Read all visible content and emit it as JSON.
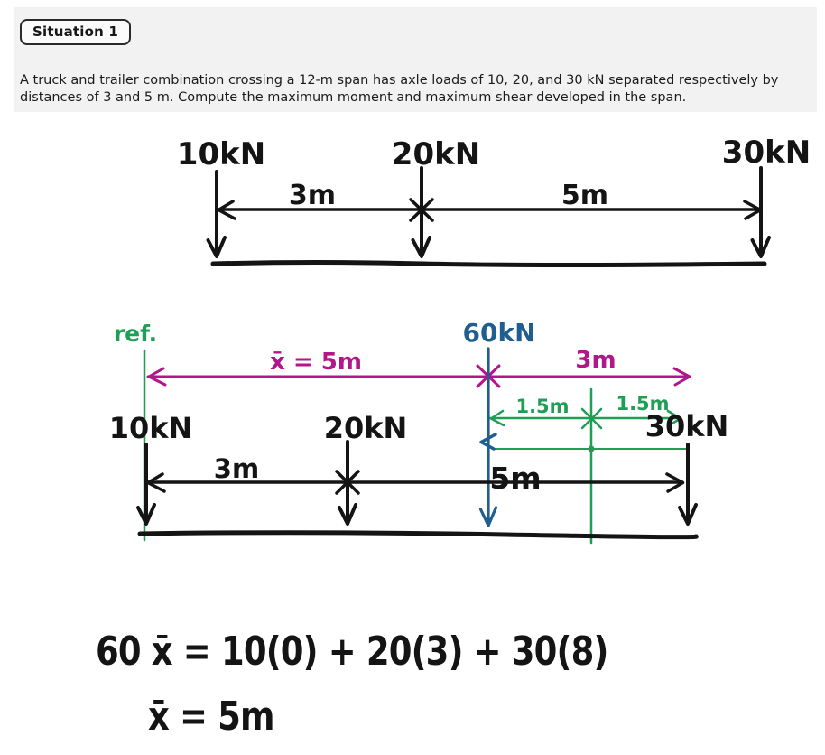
{
  "header": {
    "badge": "Situation 1",
    "problem_line1": "A truck and trailer combination crossing a 12-m span has axle loads of 10, 20, and 30 kN separated respectively by",
    "problem_line2": "distances of 3 and 5 m. Compute the maximum moment and maximum shear developed in the span."
  },
  "diagram1": {
    "load1": "10kN",
    "load2": "20kN",
    "load3": "30kN",
    "dim1": "3m",
    "dim2": "5m"
  },
  "diagram2": {
    "ref": "ref.",
    "resultant": "60kN",
    "xbar_dim": "x̄ = 5m",
    "dim_right": "3m",
    "half1": "1.5m",
    "half2": "1.5m",
    "load1": "10kN",
    "load2": "20kN",
    "load3": "30kN",
    "dim1": "3m",
    "dim2": "5m"
  },
  "equations": {
    "line1": "60 x̄ = 10(0) + 20(3) + 30(8)",
    "line2": "x̄ = 5m"
  },
  "colors": {
    "ink": "#141414",
    "green": "#1f9e55",
    "magenta": "#b21689",
    "blue": "#1f5e8e",
    "panel_gray": "#f2f2f3"
  }
}
